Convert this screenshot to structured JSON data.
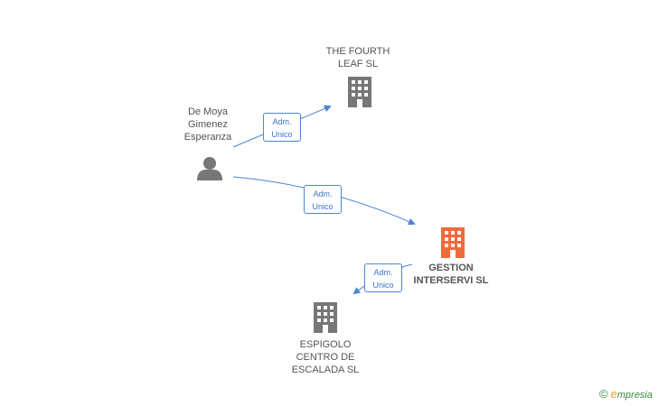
{
  "colors": {
    "edge": "#4a86d4",
    "company": "#777777",
    "focus_company": "#f26a3c",
    "person": "#777777"
  },
  "nodes": {
    "person": {
      "label": "De Moya\nGimenez\nEsperanza",
      "icon": "person-icon"
    },
    "fourth_leaf": {
      "label": "THE FOURTH\nLEAF  SL",
      "icon": "building-icon"
    },
    "gestion": {
      "label": "GESTION\nINTERSERVI SL",
      "icon": "building-icon"
    },
    "espigolo": {
      "label": "ESPIGOLO\nCENTRO DE\nESCALADA SL",
      "icon": "building-icon"
    }
  },
  "edges": [
    {
      "label": "Adm.\nUnico"
    },
    {
      "label": "Adm.\nUnico"
    },
    {
      "label": "Adm.\nUnico"
    }
  ],
  "brand": {
    "copyright": "©",
    "initial": "e",
    "name": "mpresia"
  }
}
